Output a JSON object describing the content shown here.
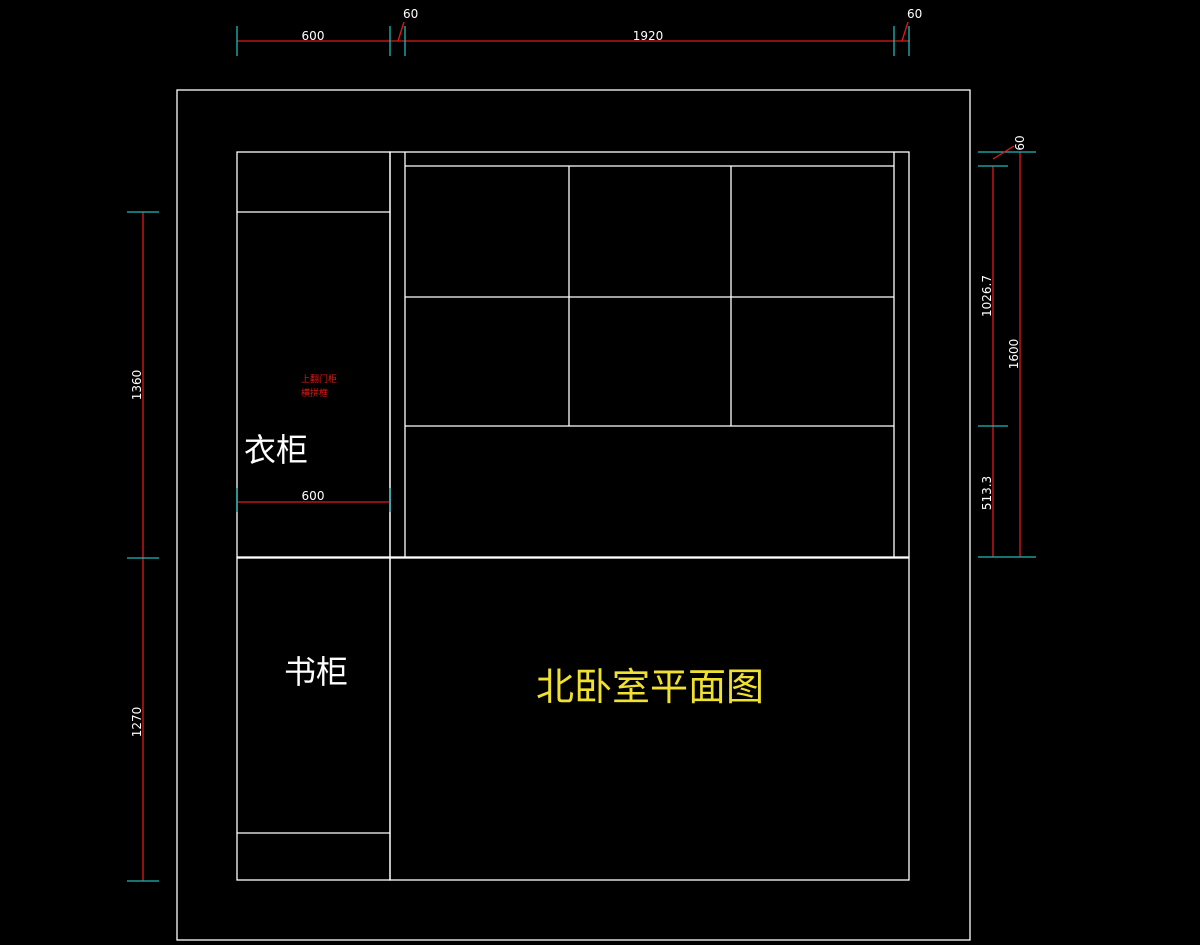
{
  "colors": {
    "background": "#000000",
    "wall_lines": "#ffffff",
    "dimension_lines": "#e01a1a",
    "extension_ticks": "#20b8b8",
    "title": "#f0e030"
  },
  "title": "北卧室平面图",
  "rooms": {
    "wardrobe": "衣柜",
    "bookcase": "书柜"
  },
  "notes": {
    "wardrobe_line1": "上翻门柜",
    "wardrobe_line2": "横拼框"
  },
  "dimensions": {
    "top_left_width": "600",
    "top_gap_left": "60",
    "top_main_width": "1920",
    "top_gap_right": "60",
    "wardrobe_width": "600",
    "left_upper_height": "1360",
    "left_lower_height": "1270",
    "right_gap": "60",
    "right_upper": "1026.7",
    "right_lower": "513.3",
    "right_total": "1600"
  }
}
